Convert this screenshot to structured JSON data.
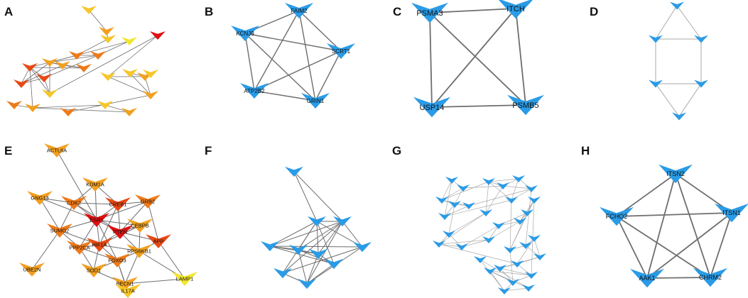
{
  "colors": {
    "blue": "#2a9be6",
    "edge": "#6e6e6e",
    "edge_light": "#a9a9a9",
    "heat": [
      "#e01010",
      "#e64a14",
      "#ee7a1a",
      "#f2a020",
      "#f6c62a",
      "#f2e62e"
    ]
  },
  "panels": [
    {
      "letter": "A",
      "nodes": [
        {
          "label": "",
          "heat": 4
        },
        {
          "label": "",
          "heat": 3
        },
        {
          "label": "",
          "heat": 4
        },
        {
          "label": "",
          "heat": 5
        },
        {
          "label": "",
          "heat": 2
        },
        {
          "label": "",
          "heat": 2
        },
        {
          "label": "",
          "heat": 3
        },
        {
          "label": "",
          "heat": 3
        },
        {
          "label": "",
          "heat": 2
        },
        {
          "label": "",
          "heat": 1
        },
        {
          "label": "",
          "heat": 1
        },
        {
          "label": "",
          "heat": 1
        },
        {
          "label": "",
          "heat": 4
        },
        {
          "label": "",
          "heat": 0
        },
        {
          "label": "",
          "heat": 4
        },
        {
          "label": "",
          "heat": 3
        },
        {
          "label": "",
          "heat": 4
        },
        {
          "label": "",
          "heat": 3
        },
        {
          "label": "",
          "heat": 2
        },
        {
          "label": "",
          "heat": 2
        },
        {
          "label": "",
          "heat": 3
        },
        {
          "label": "",
          "heat": 4
        },
        {
          "label": "",
          "heat": 3
        },
        {
          "label": "",
          "heat": 4
        }
      ],
      "edges": [
        [
          0,
          1
        ],
        [
          1,
          2
        ],
        [
          2,
          4
        ],
        [
          3,
          4
        ],
        [
          3,
          5
        ],
        [
          4,
          5
        ],
        [
          4,
          6
        ],
        [
          5,
          6
        ],
        [
          6,
          7
        ],
        [
          6,
          8
        ],
        [
          7,
          8
        ],
        [
          8,
          9
        ],
        [
          9,
          10
        ],
        [
          9,
          11
        ],
        [
          10,
          11
        ],
        [
          11,
          6
        ],
        [
          5,
          10
        ],
        [
          4,
          9
        ],
        [
          7,
          11
        ],
        [
          12,
          9
        ],
        [
          12,
          10
        ],
        [
          12,
          6
        ],
        [
          14,
          15
        ],
        [
          15,
          16
        ],
        [
          15,
          17
        ],
        [
          16,
          17
        ],
        [
          14,
          17
        ],
        [
          17,
          18
        ],
        [
          13,
          14
        ],
        [
          12,
          13
        ],
        [
          19,
          20
        ],
        [
          20,
          21
        ],
        [
          21,
          22
        ],
        [
          20,
          22
        ],
        [
          9,
          20
        ]
      ]
    },
    {
      "letter": "B",
      "nodes": [
        {
          "label": "FAIM2"
        },
        {
          "label": "KCNJ9"
        },
        {
          "label": "SCRT1"
        },
        {
          "label": "ATP2B2"
        },
        {
          "label": "GRIN1"
        }
      ],
      "edges": [
        [
          0,
          1
        ],
        [
          0,
          2
        ],
        [
          0,
          3
        ],
        [
          0,
          4
        ],
        [
          1,
          2
        ],
        [
          1,
          3
        ],
        [
          1,
          4
        ],
        [
          2,
          3
        ],
        [
          2,
          4
        ],
        [
          3,
          4
        ]
      ]
    },
    {
      "letter": "C",
      "nodes": [
        {
          "label": "PSMA3"
        },
        {
          "label": "ITCH"
        },
        {
          "label": "USP14"
        },
        {
          "label": "PSMB5"
        }
      ],
      "edges": [
        [
          0,
          1
        ],
        [
          0,
          2
        ],
        [
          0,
          3
        ],
        [
          1,
          2
        ],
        [
          1,
          3
        ],
        [
          2,
          3
        ]
      ]
    },
    {
      "letter": "D",
      "nodes": [
        {
          "label": ""
        },
        {
          "label": ""
        },
        {
          "label": ""
        },
        {
          "label": ""
        },
        {
          "label": ""
        },
        {
          "label": ""
        }
      ],
      "edges": [
        [
          0,
          1
        ],
        [
          0,
          2
        ],
        [
          1,
          2
        ],
        [
          1,
          3
        ],
        [
          2,
          4
        ],
        [
          3,
          4
        ],
        [
          3,
          5
        ],
        [
          4,
          5
        ]
      ]
    },
    {
      "letter": "E",
      "nodes": [
        {
          "label": "ACTL6A",
          "heat": 3
        },
        {
          "label": "KDM1A",
          "heat": 3
        },
        {
          "label": "GNG13",
          "heat": 3
        },
        {
          "label": "CDK2",
          "heat": 2
        },
        {
          "label": "CREB1",
          "heat": 1
        },
        {
          "label": "GRB2",
          "heat": 2
        },
        {
          "label": "ESR1",
          "heat": 0
        },
        {
          "label": "PTEN",
          "heat": 0
        },
        {
          "label": "CEBPB",
          "heat": 3
        },
        {
          "label": "SUMO2",
          "heat": 2
        },
        {
          "label": "HIF1A",
          "heat": 1
        },
        {
          "label": "APP",
          "heat": 1
        },
        {
          "label": "PPP2CA",
          "heat": 2
        },
        {
          "label": "RPS6KB1",
          "heat": 3
        },
        {
          "label": "UBE2N",
          "heat": 3
        },
        {
          "label": "FOXO3",
          "heat": 2
        },
        {
          "label": "SOD1",
          "heat": 3
        },
        {
          "label": "BECN1",
          "heat": 3
        },
        {
          "label": "LAMP1",
          "heat": 5
        },
        {
          "label": "IL17A",
          "heat": 4
        }
      ],
      "edges": [
        [
          0,
          6
        ],
        [
          1,
          3
        ],
        [
          1,
          4
        ],
        [
          1,
          6
        ],
        [
          2,
          6
        ],
        [
          2,
          3
        ],
        [
          3,
          6
        ],
        [
          3,
          7
        ],
        [
          3,
          4
        ],
        [
          4,
          6
        ],
        [
          4,
          7
        ],
        [
          4,
          5
        ],
        [
          4,
          10
        ],
        [
          5,
          7
        ],
        [
          5,
          11
        ],
        [
          5,
          6
        ],
        [
          6,
          7
        ],
        [
          6,
          9
        ],
        [
          6,
          10
        ],
        [
          6,
          12
        ],
        [
          6,
          15
        ],
        [
          6,
          8
        ],
        [
          7,
          10
        ],
        [
          7,
          11
        ],
        [
          7,
          13
        ],
        [
          7,
          8
        ],
        [
          8,
          10
        ],
        [
          9,
          10
        ],
        [
          9,
          12
        ],
        [
          9,
          14
        ],
        [
          10,
          12
        ],
        [
          10,
          13
        ],
        [
          10,
          15
        ],
        [
          10,
          16
        ],
        [
          11,
          13
        ],
        [
          12,
          15
        ],
        [
          12,
          16
        ],
        [
          13,
          15
        ],
        [
          13,
          17
        ],
        [
          13,
          18
        ],
        [
          15,
          16
        ],
        [
          15,
          17
        ],
        [
          15,
          19
        ],
        [
          16,
          17
        ],
        [
          17,
          18
        ],
        [
          17,
          19
        ],
        [
          11,
          18
        ],
        [
          8,
          13
        ],
        [
          3,
          9
        ],
        [
          2,
          9
        ]
      ]
    },
    {
      "letter": "F",
      "nodes": [
        {
          "label": ""
        },
        {
          "label": ""
        },
        {
          "label": ""
        },
        {
          "label": ""
        },
        {
          "label": ""
        },
        {
          "label": ""
        },
        {
          "label": ""
        },
        {
          "label": ""
        },
        {
          "label": ""
        },
        {
          "label": ""
        }
      ],
      "edges": [
        [
          0,
          1
        ],
        [
          0,
          2
        ],
        [
          1,
          2
        ],
        [
          1,
          3
        ],
        [
          1,
          4
        ],
        [
          1,
          5
        ],
        [
          1,
          6
        ],
        [
          1,
          7
        ],
        [
          1,
          8
        ],
        [
          2,
          3
        ],
        [
          2,
          4
        ],
        [
          2,
          5
        ],
        [
          2,
          6
        ],
        [
          2,
          7
        ],
        [
          2,
          9
        ],
        [
          3,
          5
        ],
        [
          3,
          6
        ],
        [
          3,
          8
        ],
        [
          4,
          7
        ],
        [
          4,
          9
        ],
        [
          5,
          6
        ],
        [
          5,
          8
        ],
        [
          6,
          8
        ],
        [
          6,
          9
        ],
        [
          7,
          9
        ],
        [
          8,
          9
        ],
        [
          5,
          9
        ],
        [
          3,
          4
        ]
      ]
    },
    {
      "letter": "G",
      "nodes": [
        {
          "label": ""
        },
        {
          "label": ""
        },
        {
          "label": ""
        },
        {
          "label": ""
        },
        {
          "label": ""
        },
        {
          "label": ""
        },
        {
          "label": ""
        },
        {
          "label": ""
        },
        {
          "label": ""
        },
        {
          "label": ""
        },
        {
          "label": ""
        },
        {
          "label": ""
        },
        {
          "label": ""
        },
        {
          "label": ""
        },
        {
          "label": ""
        },
        {
          "label": ""
        },
        {
          "label": ""
        },
        {
          "label": ""
        },
        {
          "label": ""
        },
        {
          "label": ""
        },
        {
          "label": ""
        },
        {
          "label": ""
        },
        {
          "label": ""
        },
        {
          "label": ""
        },
        {
          "label": ""
        },
        {
          "label": ""
        },
        {
          "label": ""
        },
        {
          "label": ""
        },
        {
          "label": ""
        },
        {
          "label": ""
        },
        {
          "label": ""
        },
        {
          "label": ""
        }
      ],
      "edges": [
        [
          0,
          1
        ],
        [
          0,
          2
        ],
        [
          1,
          2
        ],
        [
          1,
          3
        ],
        [
          2,
          3
        ],
        [
          2,
          4
        ],
        [
          3,
          4
        ],
        [
          3,
          5
        ],
        [
          4,
          5
        ],
        [
          0,
          5
        ],
        [
          6,
          7
        ],
        [
          6,
          8
        ],
        [
          7,
          8
        ],
        [
          7,
          9
        ],
        [
          8,
          9
        ],
        [
          8,
          10
        ],
        [
          9,
          10
        ],
        [
          6,
          10
        ],
        [
          6,
          11
        ],
        [
          7,
          11
        ],
        [
          11,
          12
        ],
        [
          12,
          13
        ],
        [
          11,
          13
        ],
        [
          12,
          14
        ],
        [
          13,
          14
        ],
        [
          14,
          15
        ],
        [
          13,
          15
        ],
        [
          15,
          16
        ],
        [
          14,
          16
        ],
        [
          16,
          17
        ],
        [
          15,
          17
        ],
        [
          17,
          18
        ],
        [
          16,
          18
        ],
        [
          18,
          19
        ],
        [
          17,
          19
        ],
        [
          19,
          20
        ],
        [
          18,
          20
        ],
        [
          20,
          21
        ],
        [
          21,
          22
        ],
        [
          22,
          23
        ],
        [
          21,
          23
        ],
        [
          23,
          24
        ],
        [
          22,
          24
        ],
        [
          24,
          25
        ],
        [
          23,
          25
        ],
        [
          25,
          26
        ],
        [
          24,
          26
        ],
        [
          26,
          27
        ],
        [
          25,
          27
        ],
        [
          27,
          28
        ],
        [
          26,
          28
        ],
        [
          28,
          29
        ],
        [
          27,
          29
        ],
        [
          29,
          30
        ],
        [
          28,
          30
        ],
        [
          30,
          31
        ],
        [
          29,
          31
        ],
        [
          2,
          6
        ],
        [
          4,
          9
        ],
        [
          5,
          10
        ],
        [
          10,
          20
        ],
        [
          9,
          21
        ],
        [
          3,
          12
        ],
        [
          13,
          24
        ],
        [
          19,
          26
        ],
        [
          20,
          27
        ],
        [
          1,
          7
        ]
      ]
    },
    {
      "letter": "H",
      "nodes": [
        {
          "label": "ITSN2"
        },
        {
          "label": "FCHO2"
        },
        {
          "label": "ITSN1"
        },
        {
          "label": "AAK1"
        },
        {
          "label": "CHRM2"
        }
      ],
      "edges": [
        [
          0,
          1
        ],
        [
          0,
          2
        ],
        [
          0,
          3
        ],
        [
          0,
          4
        ],
        [
          1,
          2
        ],
        [
          1,
          3
        ],
        [
          1,
          4
        ],
        [
          2,
          3
        ],
        [
          2,
          4
        ],
        [
          3,
          4
        ]
      ]
    }
  ]
}
